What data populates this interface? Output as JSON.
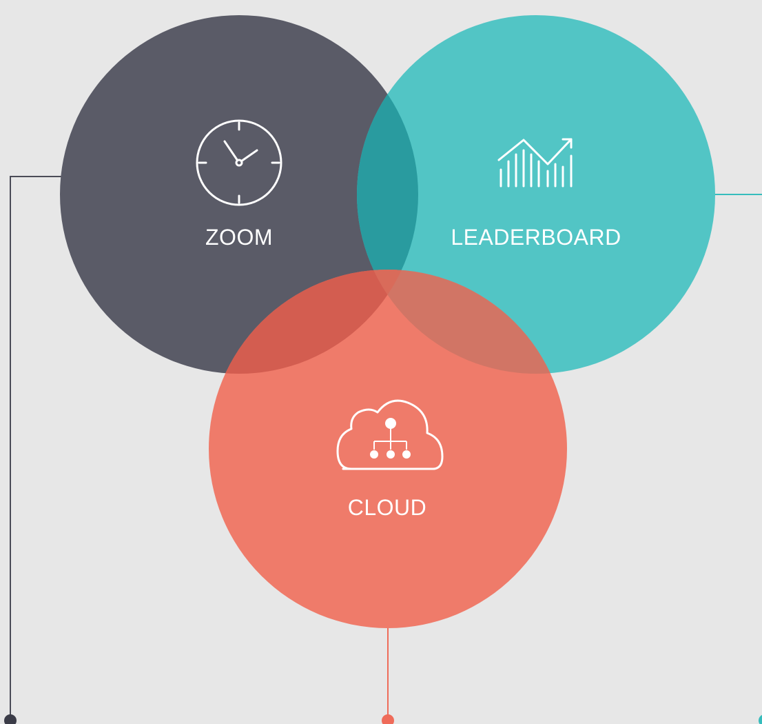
{
  "colors": {
    "background": "#e7e7e7",
    "zoom": "#5a5b67",
    "leaderboard": "#52c5c5",
    "leaderboard_overlap": "#299b9f",
    "cloud": "#ef7b6a",
    "cloud_zoom_overlap": "#d35d50",
    "cloud_leaderboard_overlap": "#d17565",
    "center_overlap": "#d96b5a",
    "icon": "#ffffff"
  },
  "circles": [
    {
      "id": "zoom",
      "label": "ZOOM",
      "icon": "clock-icon"
    },
    {
      "id": "leaderboard",
      "label": "LEADERBOARD",
      "icon": "trend-chart-icon"
    },
    {
      "id": "cloud",
      "label": "CLOUD",
      "icon": "cloud-network-icon"
    }
  ]
}
